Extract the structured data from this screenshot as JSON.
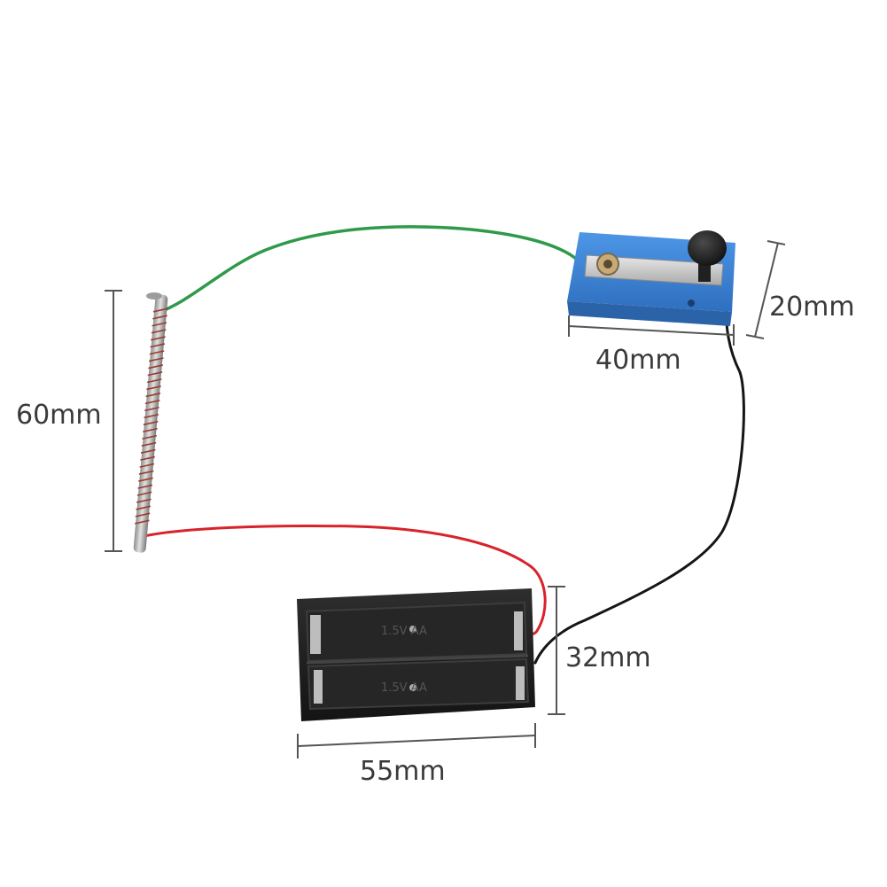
{
  "dimensions": {
    "coil_length": "60mm",
    "switch_width": "40mm",
    "switch_height": "20mm",
    "battery_height": "32mm",
    "battery_width": "55mm"
  },
  "battery_markings": {
    "upper": "1.5V AA",
    "lower": "1.5V AA"
  },
  "colors": {
    "background": "#ffffff",
    "wire_green": "#2e9a4a",
    "wire_red": "#d8232a",
    "wire_black": "#151515",
    "switch_base": "#3f86d6",
    "battery_case": "#1c1c1c",
    "nail_metal": "#b8b8b8",
    "coil_copper": "#9a3b2a"
  },
  "icons": [
    "coil-nail-icon",
    "switch-knob-icon",
    "battery-holder-icon"
  ]
}
